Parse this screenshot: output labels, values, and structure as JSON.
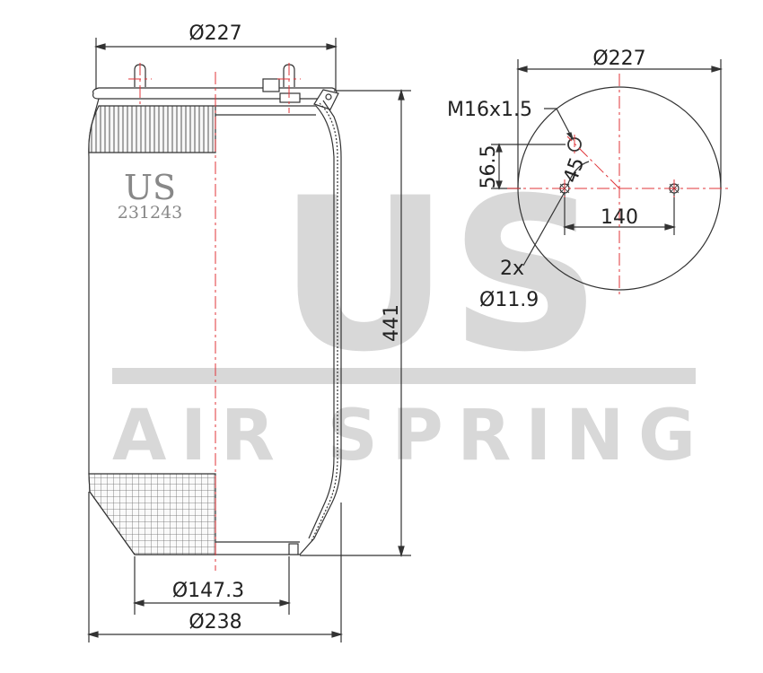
{
  "side_view": {
    "top_diameter": "Ø227",
    "height": "441",
    "bottom_inner_diameter": "Ø147.3",
    "bottom_outer_diameter": "Ø238",
    "brand": "US",
    "part_number": "231243"
  },
  "top_view": {
    "diameter": "Ø227",
    "thread": "M16x1.5",
    "offset": "56.5",
    "angle": "45",
    "spacing": "140",
    "hole_count": "2x",
    "hole_diameter": "Ø11.9"
  },
  "watermark": {
    "logo": "US",
    "registered": "®",
    "name": "AIR SPRING"
  },
  "colors": {
    "line": "#333333",
    "centerline": "#e0353a",
    "watermark": "#d8d8d8",
    "body_text": "#888888"
  }
}
